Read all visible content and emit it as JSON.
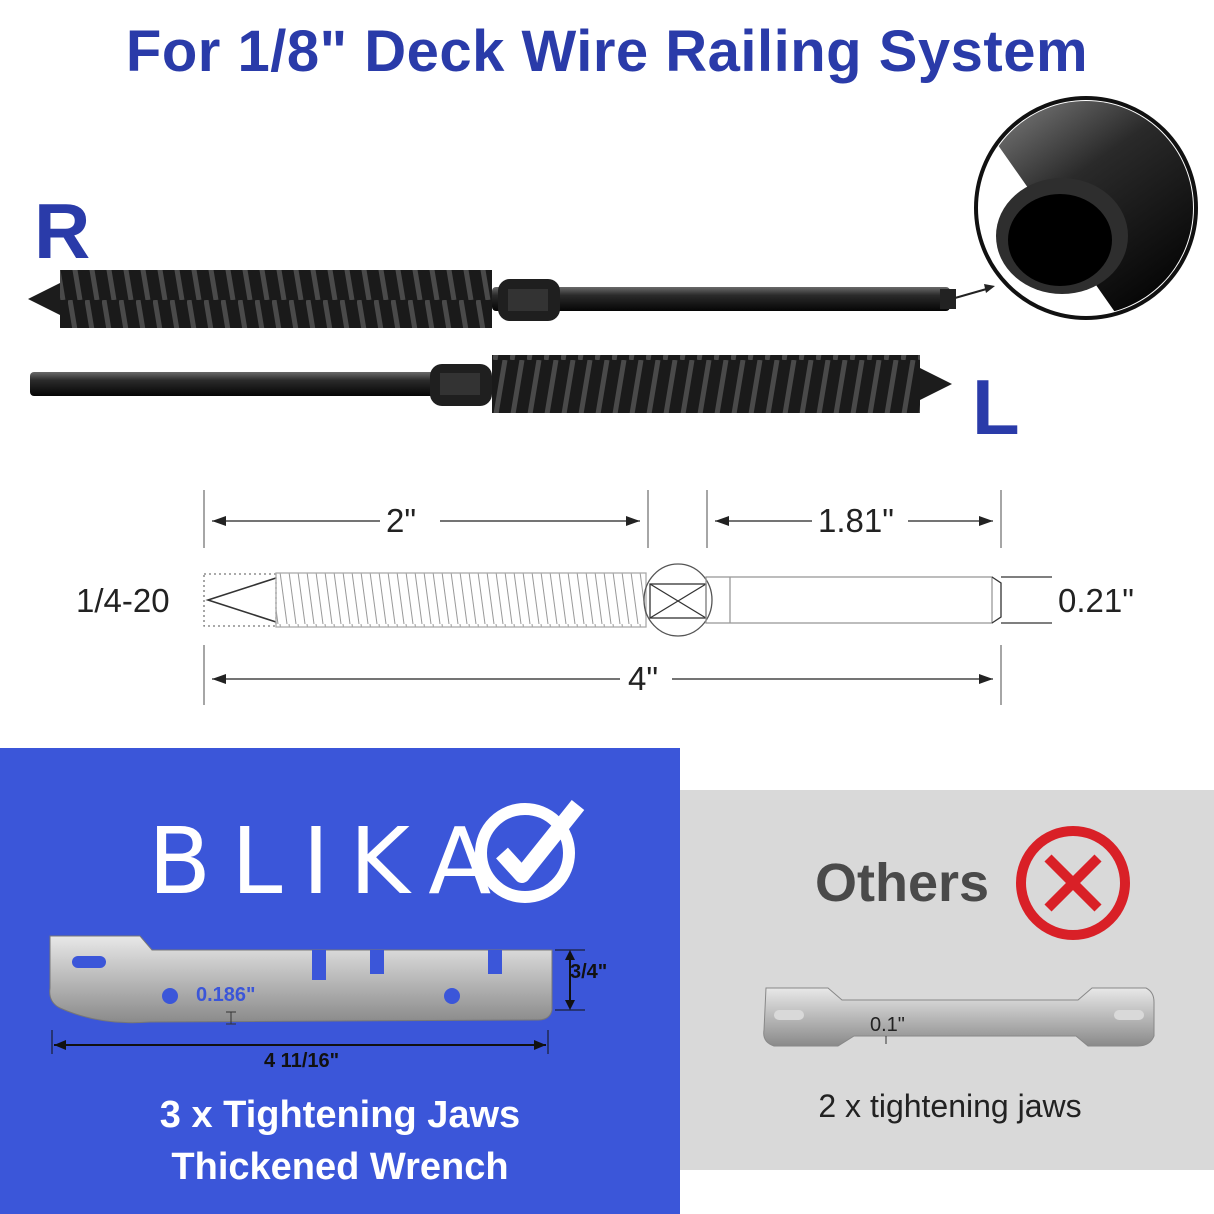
{
  "title": "For 1/8\" Deck Wire Railing System",
  "labels": {
    "right": "R",
    "left": "L"
  },
  "dimensions": {
    "thread_length": "2\"",
    "shank_length": "1.81\"",
    "thread_spec": "1/4-20",
    "diameter": "0.21\"",
    "total_length": "4\""
  },
  "brand_panel": {
    "brand": "BLIKA",
    "wrench_thickness": "0.186\"",
    "wrench_width": "3/4\"",
    "wrench_length": "4 11/16\"",
    "caption_line1": "3 x Tightening Jaws",
    "caption_line2": "Thickened Wrench",
    "check_icon": "check-circle-icon"
  },
  "others_panel": {
    "label": "Others",
    "wrench_thickness": "0.1\"",
    "caption": "2 x tightening jaws",
    "cross_icon": "cross-circle-icon"
  },
  "colors": {
    "title_blue": "#2a3ba9",
    "panel_blue": "#3b56d9",
    "panel_grey": "#d9d9d9",
    "cross_red": "#d92027"
  }
}
